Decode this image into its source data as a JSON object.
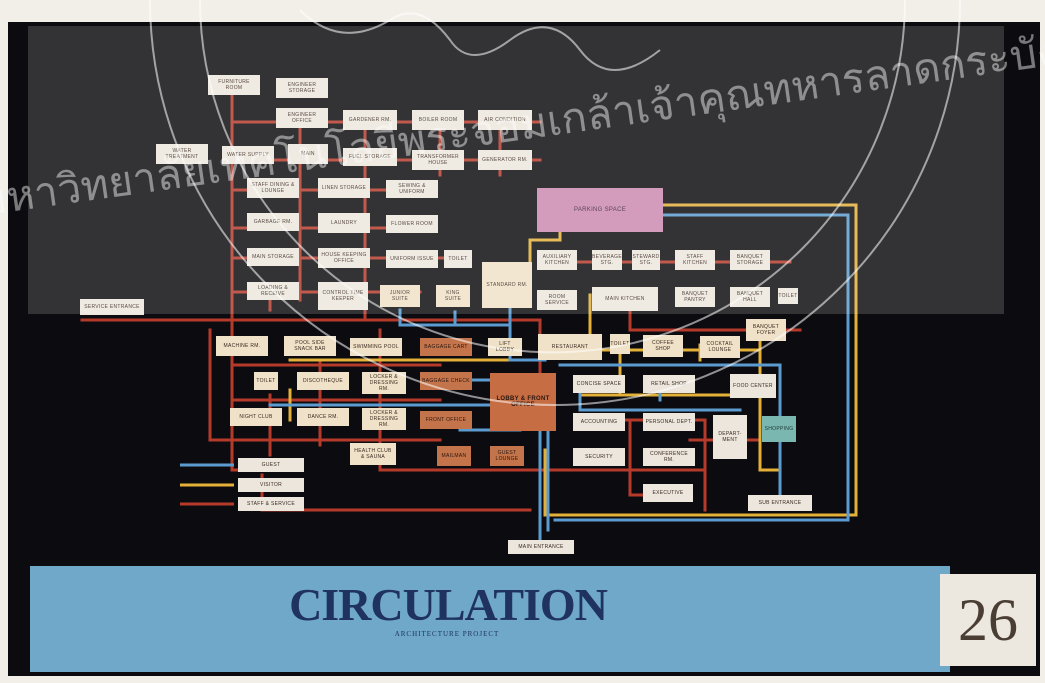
{
  "boxes": {
    "furniture_room": "FURNITURE ROOM",
    "engineer_storage": "ENGINEER STORAGE",
    "engineer_office": "ENGINEER OFFICE",
    "gardener_rm": "GARDENER RM.",
    "boiler_room": "BOILER ROOM",
    "air_condition": "AIR CONDITION",
    "water_treatment": "WATER TREATMENT",
    "water_supply": "WATER SUPPLY",
    "main": "MAIN",
    "fuel_storage": "FUEL STORAGE",
    "transformer_house": "TRANSFORMER HOUSE",
    "generator_rm": "GENERATOR RM.",
    "staff_dining": "STAFF DINING & LOUNGE",
    "linen_storage": "LINEN STORAGE",
    "sewing_uniform": "SEWING & UNIFORM",
    "garbage_rm": "GARBAGE RM.",
    "laundry": "LAUNDRY",
    "flower_room": "FLOWER ROOM",
    "main_storage": "MAIN STORAGE",
    "house_keeping": "HOUSE KEEPING OFFICE",
    "uniform_issue": "UNIFORM ISSUE",
    "toilet_1": "TOILET",
    "loading_receive": "LOADING & RECEIVE",
    "control_time_keeper": "CONTROL TIME KEEPER",
    "junior_suite": "JUNIOR SUITE",
    "king_suite": "KING SUITE",
    "standard_rm": "STANDARD RM.",
    "parking_space": "PARKING SPACE",
    "auxiliary_kitchen": "AUXILIARY KITCHEN",
    "beverage_stg": "BEVERAGE STG.",
    "steward_stg": "STEWARD STG.",
    "staff_kitchen": "STAFF KITCHEN",
    "banquet_storage": "BANQUET STORAGE",
    "room_service": "ROOM SERVICE",
    "main_kitchen": "MAIN KITCHEN",
    "banquet_pantry": "BANQUET PANTRY",
    "banquet_hall": "BANQUET HALL",
    "toilet_2": "TOILET",
    "service_entrance": "SERVICE ENTRANCE",
    "machine_rm": "MACHINE RM.",
    "pool_side_snack_bar": "POOL SIDE SNACK BAR",
    "swimming_pool": "SWIMMING POOL",
    "baggage_cart": "BAGGAGE CART",
    "lift_lobby": "LIFT LOBBY",
    "restaurant": "RESTAURANT",
    "toilet_3": "TOILET",
    "coffee_shop": "COFFEE SHOP",
    "cocktail_lounge": "COCKTAIL LOUNGE",
    "banquet_foyer": "BANQUET FOYER",
    "toilet_4": "TOILET",
    "discotheque": "DISCOTHEQUE",
    "locker_dressing_1": "LOCKER & DRESSING RM.",
    "baggage_check": "BAGGAGE CHECK",
    "lobby_front_office": "LOBBY & FRONT OFFICE",
    "concise_space": "CONCISE SPACE",
    "retail_shop": "RETAIL SHOP",
    "food_center": "FOOD CENTER",
    "night_club": "NIGHT CLUB",
    "dance_rm": "DANCE RM.",
    "locker_dressing_2": "LOCKER & DRESSING RM.",
    "front_office": "FRONT OFFICE",
    "accounting": "ACCOUNTING",
    "personal_dept": "PERSONAL DEPT.",
    "department": "DEPART- MENT",
    "shopping": "SHOPPING",
    "health_club": "HEALTH CLUB & SAUNA",
    "mailman": "MAILMAN",
    "guest_lounge": "GUEST LOUNGE",
    "security": "SECURITY",
    "conference_rm": "CONFERENCE RM.",
    "executive": "EXECUTIVE",
    "sub_entrance": "SUB ENTRANCE",
    "main_entrance": "MAIN ENTRANCE"
  },
  "legend": [
    {
      "label": "GUEST",
      "color": "#5b9bd0"
    },
    {
      "label": "VISITOR",
      "color": "#e3b038"
    },
    {
      "label": "STAFF & SERVICE",
      "color": "#b53a2a"
    }
  ],
  "colors": {
    "guest": "#5b9bd0",
    "visitor": "#e3b038",
    "staff": "#b53a2a"
  },
  "title": "CIRCULATION",
  "subtitle": "ARCHITECTURE PROJECT",
  "page_number": "26",
  "watermark": "มหาวิทยาลัยเทคโนโลยีพระจอมเกล้าเจ้าคุณทหารลาดกระบัง"
}
